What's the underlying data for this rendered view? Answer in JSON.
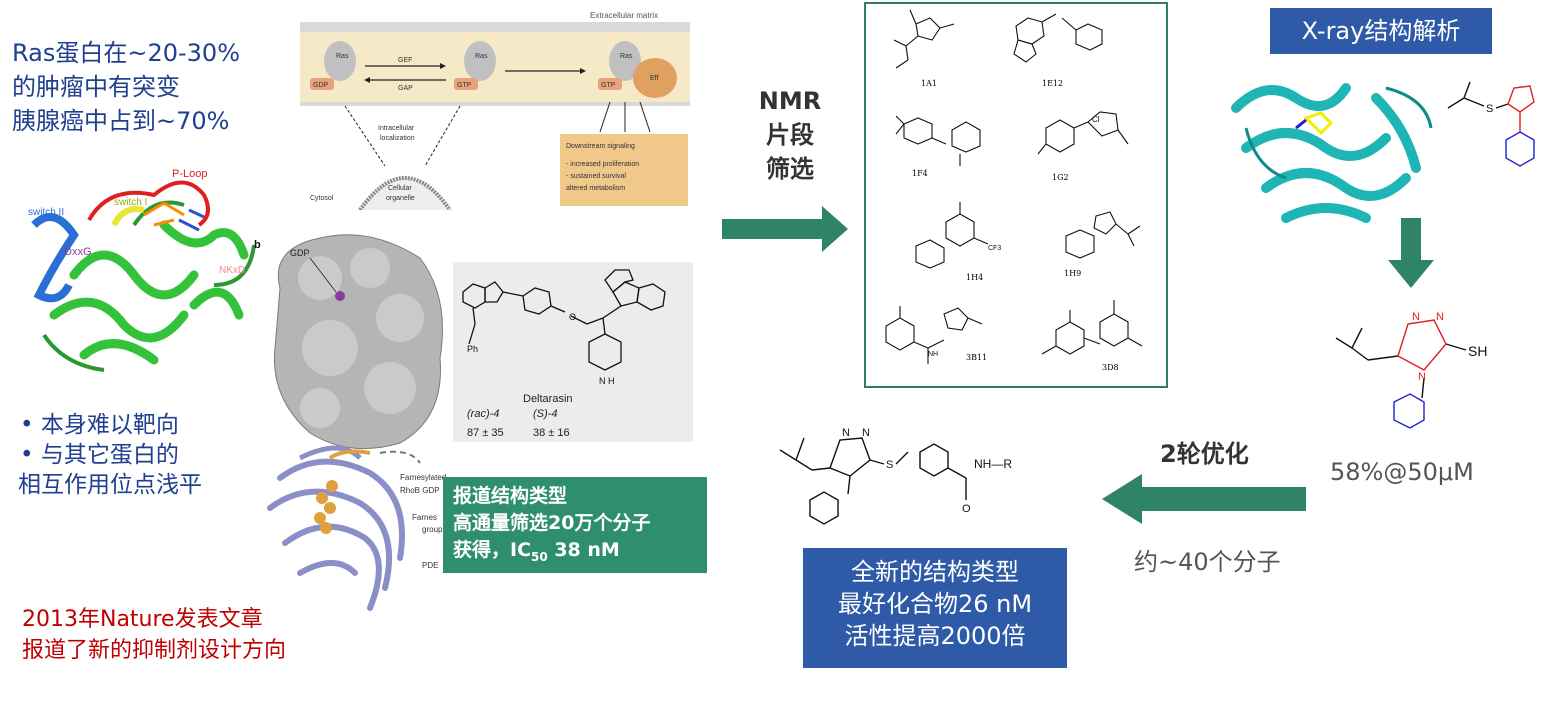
{
  "intro": {
    "line1": "Ras蛋白在~20-30%",
    "line2": "的肿瘤中有突变",
    "line3": "胰腺癌中占到~70%"
  },
  "bullets": {
    "item1": "•    本身难以靶向",
    "item2": "•    与其它蛋白的",
    "item3": "相互作用位点浅平"
  },
  "nature_note": {
    "line1": "2013年Nature发表文章",
    "line2": "报道了新的抑制剂设计方向"
  },
  "ras_structure_labels": {
    "p_loop": "P-Loop",
    "switch_i": "switch I",
    "switch_ii": "switch II",
    "dxxg": "DxxG",
    "nkxd": "NKxD"
  },
  "ras_cycle": {
    "extracellular": "Extracellular matrix",
    "ras": "Ras",
    "gdp": "GDP",
    "gtp": "GTP",
    "gef": "GEF",
    "gap": "GAP",
    "eff": "Eff",
    "intracellular": "Intracellular",
    "localization": "localization",
    "cytosol": "Cytosol",
    "cellular": "Cellular",
    "organelle": "organelle",
    "downstream_title": "Downstream signaling",
    "downstream_1": "- increased proliferation",
    "downstream_2": "- sustained survival",
    "downstream_3": "altered metabolism"
  },
  "surface_panel": {
    "panel_letter": "b",
    "gdp": "GDP",
    "farnesylated": "Farnesylated",
    "rhob_gdp": "RhoB GDP",
    "farnesyl": "Farnes",
    "group": "group",
    "pde": "PDE"
  },
  "deltarasin": {
    "name": "Deltarasin",
    "rac_label": "(rac)-4",
    "s_label": "(S)-4",
    "rac_value": "87 ± 35",
    "s_value": "38 ± 16",
    "ph": "Ph",
    "n": "N",
    "o": "O",
    "nh": "N\nH"
  },
  "green_box": {
    "line1": "报道结构类型",
    "line2": "高通量筛选20万个分子",
    "line3_pre": "获得，IC",
    "line3_sub": "50",
    "line3_post": " 38 nM"
  },
  "nmr": {
    "line1": "NMR",
    "line2": "片段",
    "line3": "筛选"
  },
  "fragments": {
    "f1": "1A1",
    "f2": "1E12",
    "f3": "1F4",
    "f4": "1G2",
    "f5": "1H4",
    "f6": "1H9",
    "f7": "3B11",
    "f8": "3D8",
    "cl": "Cl",
    "cf3": "CF3",
    "nh": "NH"
  },
  "xray": {
    "title": "X-ray结构解析"
  },
  "hit": {
    "activity": "58%@50μM",
    "sh": "SH"
  },
  "optimization": {
    "rounds": "2轮优化",
    "molecules": "约~40个分子",
    "nhr": "NH—R"
  },
  "new_scaffold": {
    "line1": "全新的结构类型",
    "line2": "最好化合物26 nM",
    "line3": "活性提高2000倍"
  },
  "colors": {
    "arrow_green": "#2f8369",
    "title_blue": "#1f3f8f",
    "box_blue": "#2e5aa8",
    "box_green": "#2f8f6d",
    "note_red": "#c00000",
    "protein_cyan": "#1fb5b5",
    "chem_red": "#e02020",
    "chem_blue": "#2020d0"
  }
}
